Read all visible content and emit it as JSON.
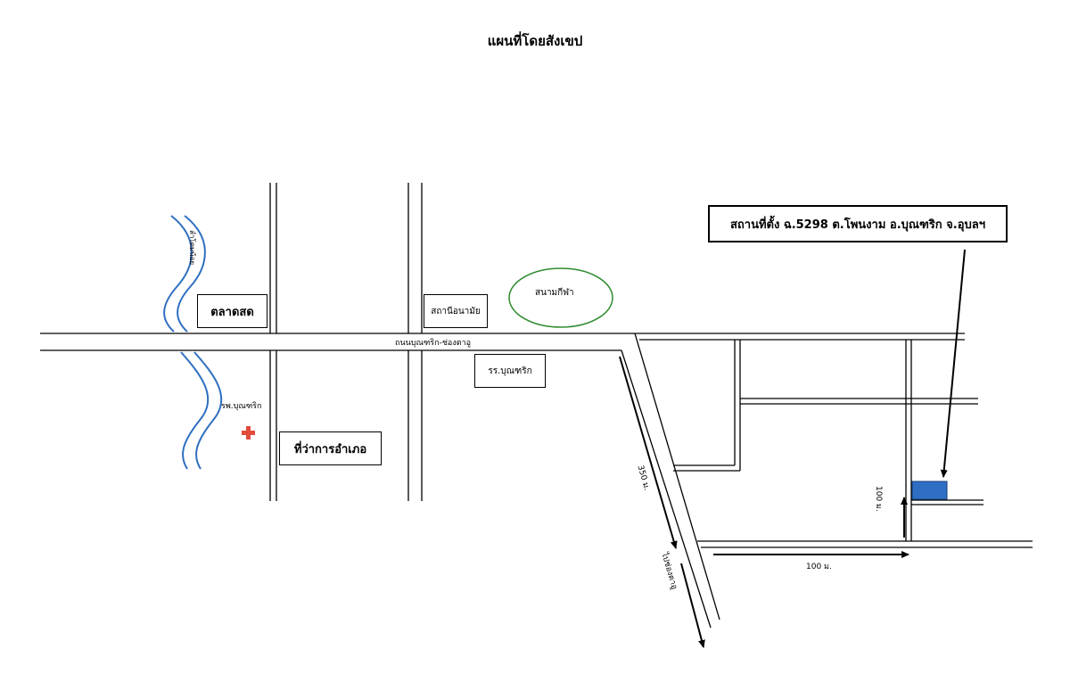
{
  "title": "แผนที่โดยสังเขป",
  "location_label": "สถานที่ตั้ง ฉ.5298 ต.โพนงาม อ.บุณฑริก จ.อุบลฯ",
  "places": {
    "market": "ตลาดสด",
    "health_station": "สถานีอนามัย",
    "stadium": "สนามกีฬา",
    "school": "รร.บุณฑริก",
    "district_office": "ที่ว่าการอำเภอ",
    "hospital": "รพ.บุณฑริก",
    "river": "ลำโดมน้อย"
  },
  "roads": {
    "main_road": "ถนนบุณฑริก-ช่องตาอู",
    "to_chong_ta_u": "ไปช่องตาอู"
  },
  "distances": {
    "diagonal": "350 ม.",
    "horizontal": "100 ม.",
    "vertical": "100 ม."
  },
  "colors": {
    "river": "#2f6fc0",
    "hospital_cross": "#e24a3b",
    "target": "#2e6fc4"
  },
  "icons": {
    "hospital": "red-cross-icon",
    "target": "target-plot-marker"
  }
}
